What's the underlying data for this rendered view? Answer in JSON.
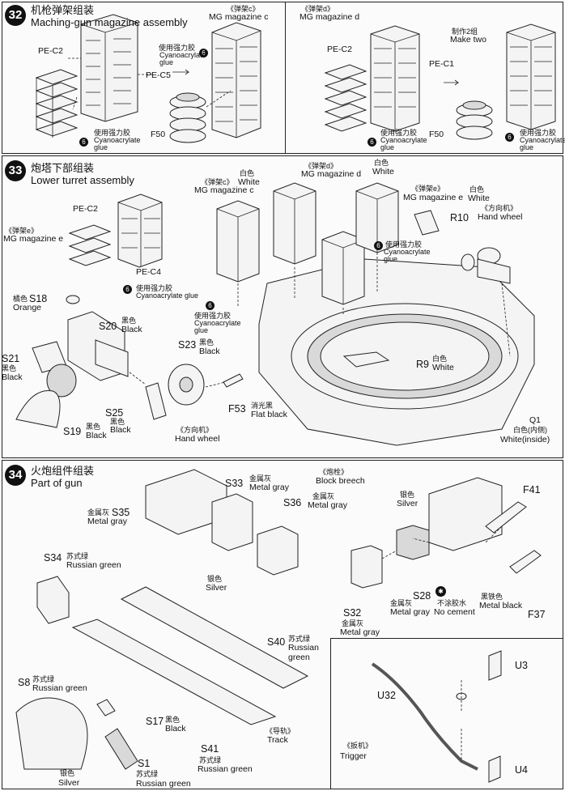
{
  "step32": {
    "number": "32",
    "title_cn": "机枪弹架组装",
    "title_en": "Maching-gun magazine assembly",
    "left": {
      "pe_c2": "PE-C2",
      "pe_c5": "PE-C5",
      "f50": "F50",
      "mag_cn": "《弹架c》",
      "mag_en": "MG magazine c",
      "glue1_cn": "使用强力胶",
      "glue1_en1": "Cyanoacrylate",
      "glue1_en2": "glue",
      "glue2_cn": "使用强力胶",
      "glue2_en1": "Cyanoacrylate",
      "glue2_en2": "glue"
    },
    "right": {
      "mag_cn": "《弹架d》",
      "mag_en": "MG magazine d",
      "make_cn": "制作2组",
      "make_en": "Make two",
      "pe_c2": "PE-C2",
      "pe_c1": "PE-C1",
      "f50": "F50",
      "glue1_cn": "使用强力胶",
      "glue1_en1": "Cyanoacrylate",
      "glue1_en2": "glue",
      "glue2_cn": "使用强力胶",
      "glue2_en1": "Cyanoacrylate",
      "glue2_en2": "glue"
    }
  },
  "step33": {
    "number": "33",
    "title_cn": "炮塔下部组装",
    "title_en": "Lower turret assembly",
    "mag_e_cn": "《弹架e》",
    "mag_e_en": "MG magazine e",
    "pe_c2": "PE-C2",
    "pe_c4": "PE-C4",
    "glue_a_cn": "使用强力胶",
    "glue_a_en": "Cyanoacrylate glue",
    "mag_c_white_cn": "白色",
    "mag_c_white_en": "White",
    "mag_c_cn": "《弹架c》",
    "mag_c_en": "MG magazine c",
    "mag_d_cn": "《弹架d》",
    "mag_d_en": "MG magazine d",
    "mag_d_white_cn": "白色",
    "mag_d_white_en": "White",
    "mag_e2_cn": "《弹架e》",
    "mag_e2_en": "MG magazine e",
    "mag_e2_white_cn": "白色",
    "mag_e2_white_en": "White",
    "hw_cn": "《方向机》",
    "hw_en": "Hand wheel",
    "r10": "R10",
    "glue_b_cn": "使用强力胶",
    "glue_b_en1": "Cyanoacrylate",
    "glue_b_en2": "glue",
    "glue_c_cn": "使用强力胶",
    "glue_c_en1": "Cyanoacrylate",
    "glue_c_en2": "glue",
    "s18": "S18",
    "s18_color_cn": "橘色",
    "s18_color_en": "Orange",
    "s20": "S20",
    "s20_color_cn": "黑色",
    "s20_color_en": "Black",
    "s21": "S21",
    "s21_color_cn": "黑色",
    "s21_color_en": "Black",
    "s23": "S23",
    "s23_color_cn": "黑色",
    "s23_color_en": "Black",
    "s25": "S25",
    "s25_color_cn": "黑色",
    "s25_color_en": "Black",
    "s19": "S19",
    "s19_color_cn": "黑色",
    "s19_color_en": "Black",
    "f53": "F53",
    "f53_color_cn": "消光黑",
    "f53_color_en": "Flat black",
    "hw2_cn": "《方向机》",
    "hw2_en": "Hand wheel",
    "r9": "R9",
    "r9_color_cn": "白色",
    "r9_color_en": "White",
    "q1": "Q1",
    "q1_color_cn": "白色(内侧)",
    "q1_color_en": "White(inside)"
  },
  "step34": {
    "number": "34",
    "title_cn": "火炮组件组装",
    "title_en": "Part of gun",
    "s35": "S35",
    "s35_color_cn": "金属灰",
    "s35_color_en": "Metal gray",
    "s33": "S33",
    "s33_color_cn": "金属灰",
    "s33_color_en": "Metal gray",
    "s36": "S36",
    "breech_cn": "《炮栓》",
    "breech_en": "Block breech",
    "breech_color_cn": "金属灰",
    "breech_color_en": "Metal gray",
    "silver_cn": "银色",
    "silver_en": "Silver",
    "f41": "F41",
    "s34": "S34",
    "s34_color_cn": "苏式绿",
    "s34_color_en": "Russian green",
    "s36_silver_cn": "银色",
    "s36_silver_en": "Silver",
    "s28": "S28",
    "s28_color_cn": "金属灰",
    "s28_color_en": "Metal gray",
    "no_cement_cn": "不涂胶水",
    "no_cement_en": "No cement",
    "metal_black_cn": "黑铁色",
    "metal_black_en": "Metal black",
    "f37": "F37",
    "s32": "S32",
    "s32_color_cn": "金属灰",
    "s32_color_en": "Metal gray",
    "s40": "S40",
    "s40_color_cn": "苏式绿",
    "s40_color_en1": "Russian",
    "s40_color_en2": "green",
    "s8": "S8",
    "s8_color_cn": "苏式绿",
    "s8_color_en": "Russian green",
    "s17": "S17",
    "s17_color_cn": "黑色",
    "s17_color_en": "Black",
    "s41": "S41",
    "s41_color_cn": "苏式绿",
    "s41_color_en": "Russian green",
    "track_cn": "《导轨》",
    "track_en": "Track",
    "s1": "S1",
    "s1_color_cn": "苏式绿",
    "s1_color_en": "Russian green",
    "s1_silver_cn": "银色",
    "s1_silver_en": "Silver",
    "u3": "U3",
    "u32": "U32",
    "u4": "U4",
    "trigger_cn": "《扳机》",
    "trigger_en": "Trigger"
  }
}
